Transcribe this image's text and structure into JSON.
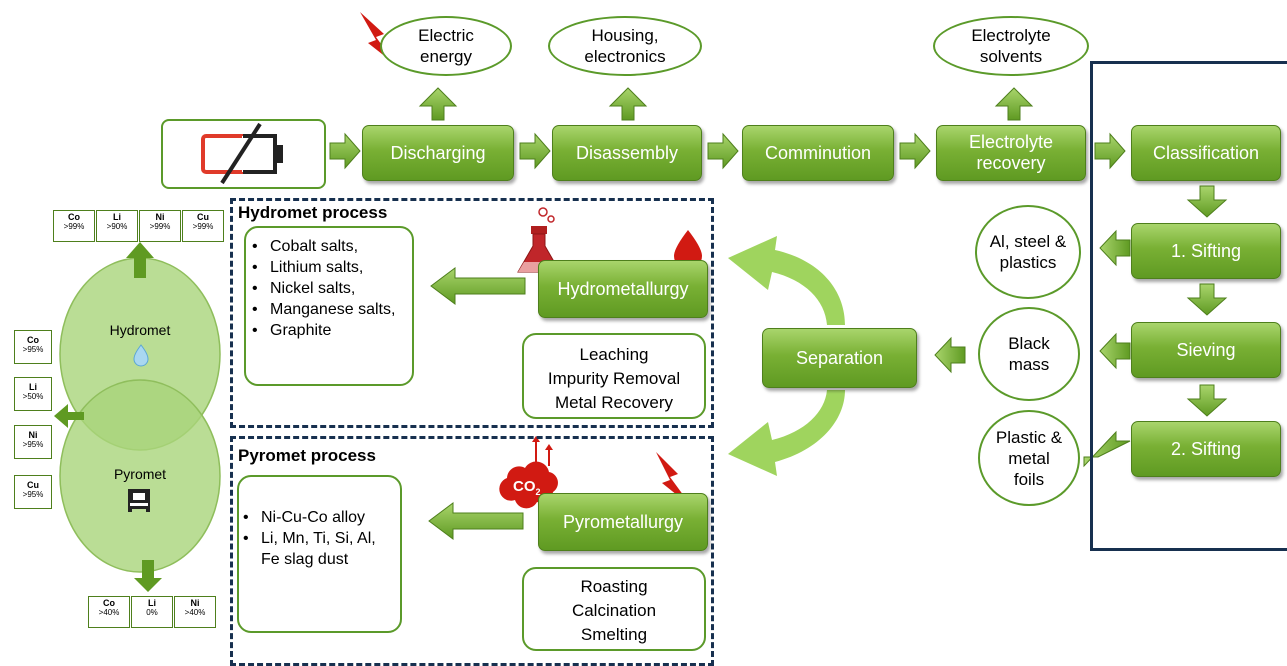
{
  "flow": {
    "discharging": "Discharging",
    "disassembly": "Disassembly",
    "comminution": "Comminution",
    "electrolyte_recovery": "Electrolyte recovery",
    "classification": "Classification",
    "sifting1": "1. Sifting",
    "sieving": "Sieving",
    "sifting2": "2. Sifting",
    "separation": "Separation",
    "hydrometallurgy": "Hydrometallurgy",
    "pyrometallurgy": "Pyrometallurgy"
  },
  "outputs": {
    "electric_energy": "Electric energy",
    "housing": "Housing, electronics",
    "electrolyte_solvents": "Electrolyte solvents",
    "al_steel": "Al, steel & plastics",
    "black_mass": "Black mass",
    "plastic_foils": "Plastic & metal foils"
  },
  "hydromet": {
    "title": "Hydromet process",
    "products": [
      "Cobalt salts,",
      "Lithium salts,",
      "Nickel salts,",
      "Manganese salts,",
      "Graphite"
    ],
    "steps": [
      "Leaching",
      "Impurity Removal",
      "Metal Recovery"
    ]
  },
  "pyromet": {
    "title": "Pyromet process",
    "products": [
      "Ni-Cu-Co alloy",
      "Li, Mn, Ti, Si, Al, Fe slag dust"
    ],
    "steps": [
      "Roasting",
      "Calcination",
      "Smelting"
    ],
    "co2": "CO",
    "co2_sub": "2"
  },
  "venn": {
    "hydromet": "Hydromet",
    "pyromet": "Pyromet"
  },
  "recovery_top": [
    {
      "el": "Co",
      "val": ">99%"
    },
    {
      "el": "Li",
      "val": ">90%"
    },
    {
      "el": "Ni",
      "val": ">99%"
    },
    {
      "el": "Cu",
      "val": ">99%"
    }
  ],
  "recovery_left": [
    {
      "el": "Co",
      "val": ">95%"
    },
    {
      "el": "Li",
      "val": ">50%"
    },
    {
      "el": "Ni",
      "val": ">95%"
    },
    {
      "el": "Cu",
      "val": ">95%"
    }
  ],
  "recovery_bottom": [
    {
      "el": "Co",
      "val": ">40%"
    },
    {
      "el": "Li",
      "val": "0%"
    },
    {
      "el": "Ni",
      "val": ">40%"
    }
  ],
  "colors": {
    "green_light": "#a9d56c",
    "green_dark": "#5f9a22",
    "venn_fill": "#a9d57a",
    "dash_border": "#17304f",
    "battery_red": "#e03a2a",
    "flame_red": "#d11a12"
  },
  "icons": [
    "battery-icon",
    "lightning-icon",
    "flask-icon",
    "drop-icon",
    "co2-cloud-icon",
    "water-drop-icon",
    "furnace-icon"
  ]
}
